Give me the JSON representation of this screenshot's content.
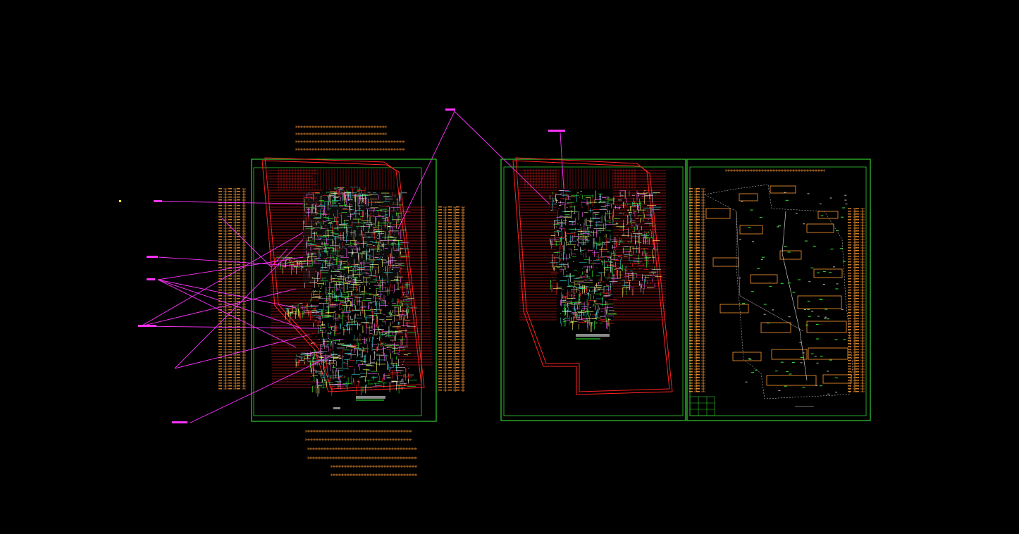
{
  "colors": {
    "background": "#000000",
    "frame": "#33cc33",
    "leader": "#ff33ff",
    "dimension": "#ff9933",
    "wall": "#ff2222",
    "detail_cyan": "#33cccc",
    "detail_white": "#e6e6e6",
    "detail_green": "#33ff33"
  },
  "viewport": {
    "description_icons": [
      "drawing-canvas-icon"
    ]
  },
  "sheets": [
    {
      "id": "sheet-1"
    },
    {
      "id": "sheet-2"
    },
    {
      "id": "sheet-3"
    }
  ]
}
